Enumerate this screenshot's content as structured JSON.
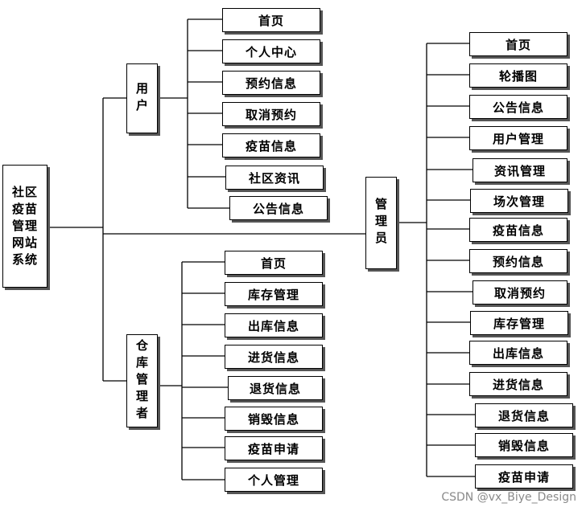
{
  "root": {
    "label": "社区疫苗管理网站系统"
  },
  "user": {
    "label": "用户",
    "items": [
      "首页",
      "个人中心",
      "预约信息",
      "取消预约",
      "疫苗信息",
      "社区资讯",
      "公告信息"
    ]
  },
  "warehouse": {
    "label": "仓库管理者",
    "items": [
      "首页",
      "库存管理",
      "出库信息",
      "进货信息",
      "退货信息",
      "销毁信息",
      "疫苗申请",
      "个人管理"
    ]
  },
  "admin": {
    "label": "管理员",
    "items": [
      "首页",
      "轮播图",
      "公告信息",
      "用户管理",
      "资讯管理",
      "场次管理",
      "疫苗信息",
      "预约信息",
      "取消预约",
      "库存管理",
      "出库信息",
      "进货信息",
      "退货信息",
      "销毁信息",
      "疫苗申请"
    ]
  },
  "watermark": "CSDN @vx_Biye_Design"
}
